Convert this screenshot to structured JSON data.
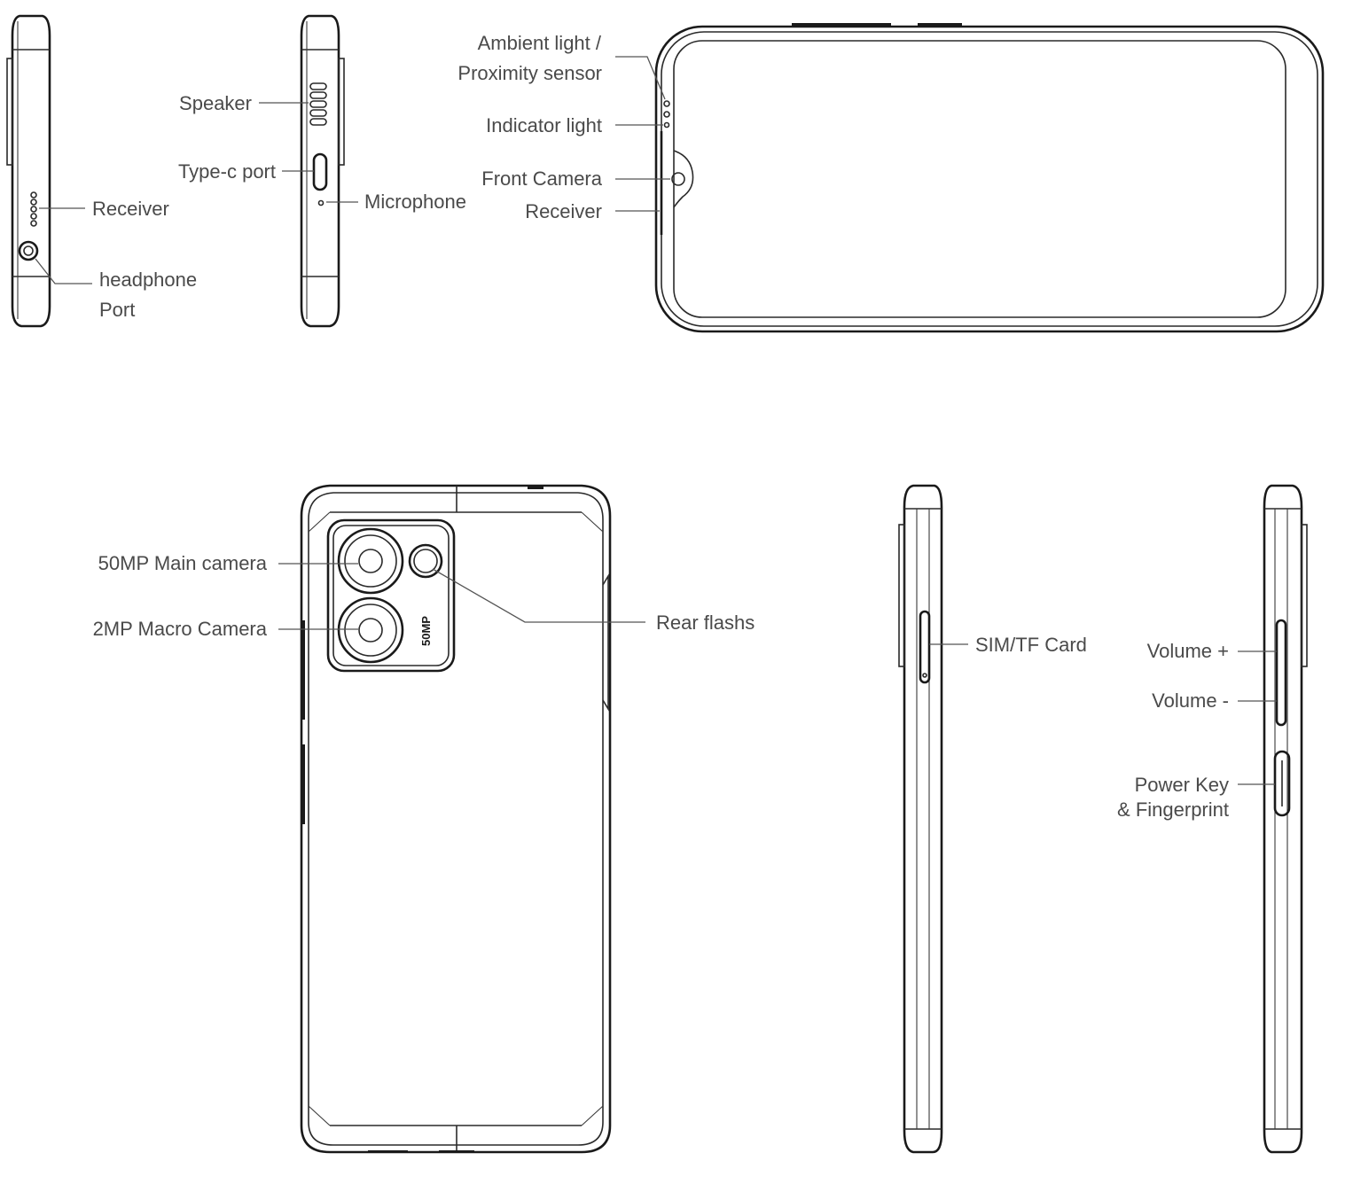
{
  "labels": {
    "speaker": "Speaker",
    "type_c_port": "Type-c port",
    "receiver_side": "Receiver",
    "microphone": "Microphone",
    "headphone_line1": "headphone",
    "headphone_line2": "Port",
    "ambient_line1": "Ambient light /",
    "ambient_line2": "Proximity sensor",
    "indicator_light": "Indicator light",
    "front_camera": "Front Camera",
    "receiver_front": "Receiver",
    "main_camera": "50MP Main camera",
    "macro_camera": "2MP Macro Camera",
    "rear_flash": "Rear flashs",
    "camera_badge": "50MP",
    "sim_card": "SIM/TF Card",
    "volume_up": "Volume +",
    "volume_down": "Volume -",
    "power_line1": "Power Key",
    "power_line2": "& Fingerprint"
  }
}
